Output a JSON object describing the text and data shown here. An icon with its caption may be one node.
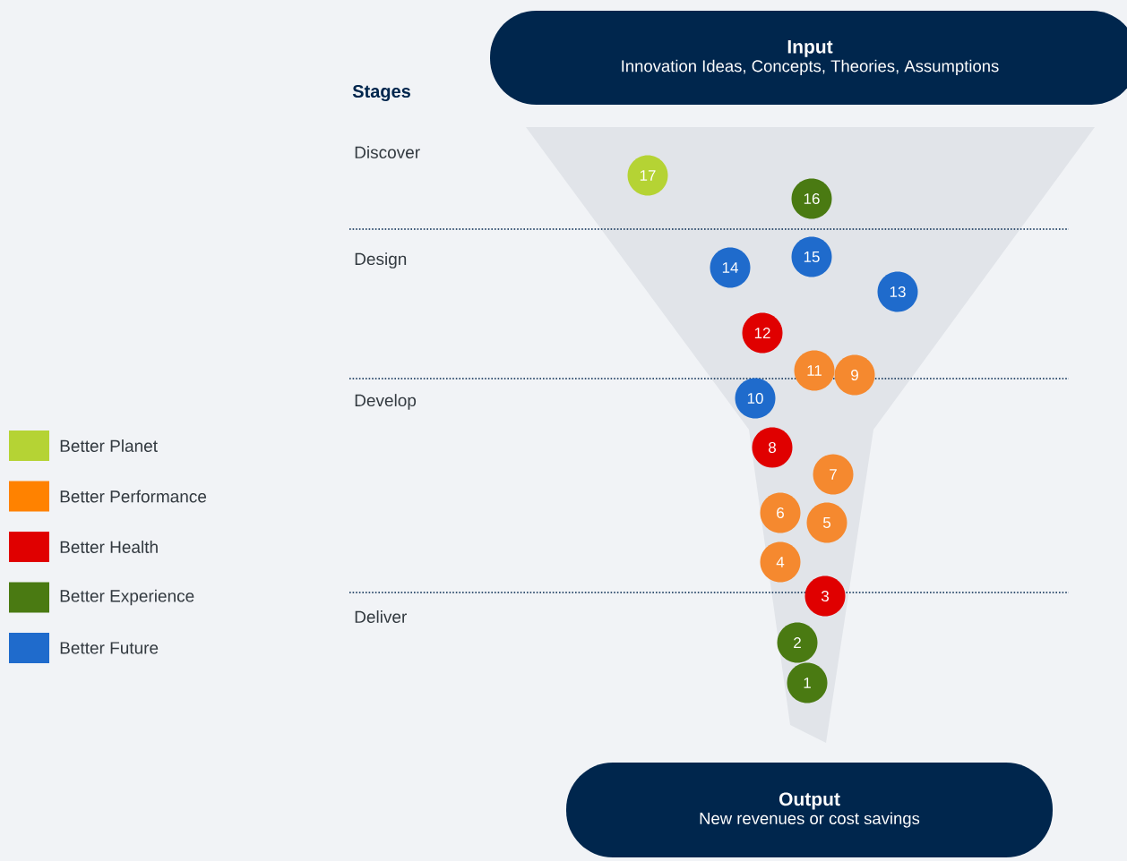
{
  "diagram": {
    "nodes": [
      {
        "text": [
          "Input",
          "Innovation Ideas, Concepts, Theories, Assumptions"
        ]
      },
      {
        "text": [
          "17"
        ]
      },
      {
        "text": [
          "16"
        ]
      },
      {
        "text": [
          "15"
        ]
      },
      {
        "text": [
          "14"
        ]
      },
      {
        "text": [
          "13"
        ]
      },
      {
        "text": [
          "12"
        ]
      },
      {
        "text": [
          "11"
        ]
      },
      {
        "text": [
          "9"
        ]
      },
      {
        "text": [
          "10"
        ]
      },
      {
        "text": [
          "8"
        ]
      },
      {
        "text": [
          "7"
        ]
      },
      {
        "text": [
          "6"
        ]
      },
      {
        "text": [
          "5"
        ]
      },
      {
        "text": [
          "4"
        ]
      },
      {
        "text": [
          "3"
        ]
      },
      {
        "text": [
          "2"
        ]
      },
      {
        "text": [
          "1"
        ]
      },
      {
        "text": [
          "Output",
          "New revenues or cost savings"
        ]
      }
    ],
    "labels": [
      "Stages",
      "Discover",
      "Design",
      "Develop",
      "Deliver"
    ],
    "legend": [
      {
        "text": "Better Planet",
        "color": "#b5d334"
      },
      {
        "text": "Better Performance",
        "color": "#ff8200"
      },
      {
        "text": "Better Health",
        "color": "#e00000"
      },
      {
        "text": "Better Experience",
        "color": "#4a7a12"
      },
      {
        "text": "Better Future",
        "color": "#1f6bcc"
      }
    ]
  }
}
